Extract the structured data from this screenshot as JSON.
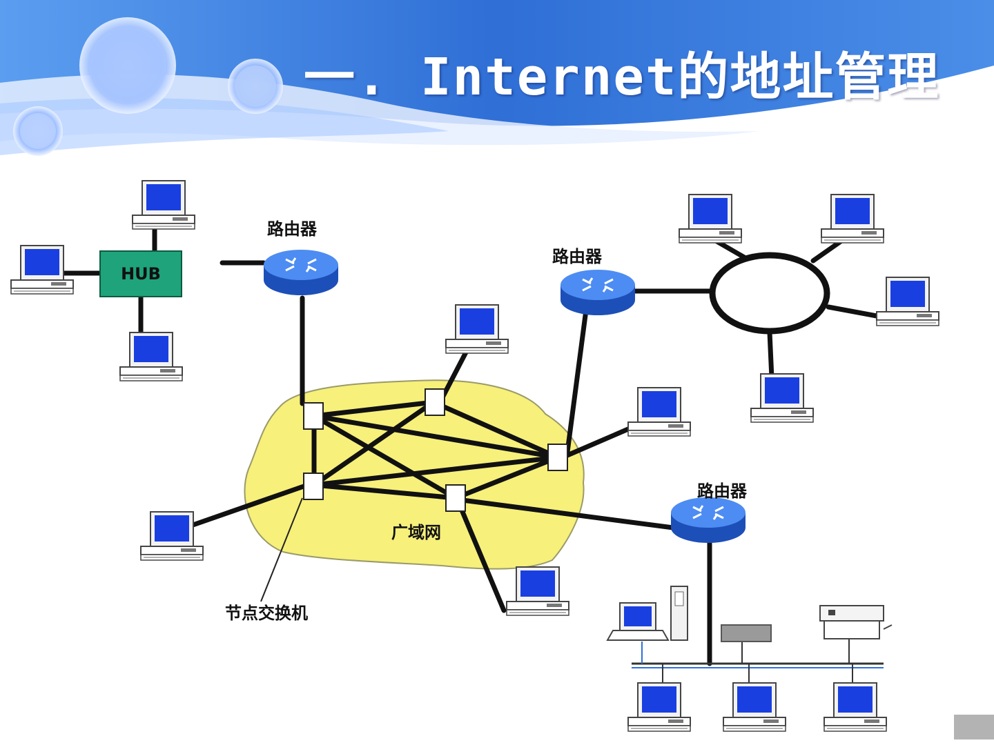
{
  "slide": {
    "title": "一. Internet的地址管理"
  },
  "diagram": {
    "labels": {
      "router_1": "路由器",
      "router_2": "路由器",
      "router_3": "路由器",
      "hub": "HUB",
      "wan": "广域网",
      "node_switch": "节点交换机"
    },
    "colors": {
      "banner_blue": "#2f6fd6",
      "router_blue": "#2f6fe0",
      "hub_green": "#1fa37a",
      "wan_yellow": "#f7f07a",
      "screen_blue": "#1a3fe0"
    }
  }
}
